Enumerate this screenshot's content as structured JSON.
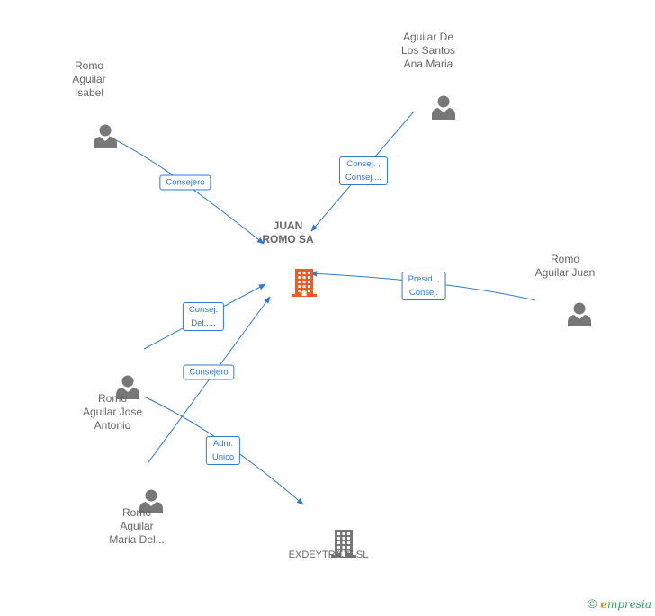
{
  "colors": {
    "line": "#2e7bd1",
    "person": "#777777",
    "company_main": "#f05a28",
    "company": "#777777",
    "text": "#666666",
    "brand": "#2e9a6a"
  },
  "center": {
    "name_lines": [
      "JUAN",
      "ROMO SA"
    ],
    "icon": "building-icon"
  },
  "persons": [
    {
      "id": "isabel",
      "name_lines": [
        "Romo",
        "Aguilar",
        "Isabel"
      ],
      "icon": "person-icon"
    },
    {
      "id": "ana",
      "name_lines": [
        "Aguilar De",
        "Los Santos",
        "Ana Maria"
      ],
      "icon": "person-icon"
    },
    {
      "id": "juan",
      "name_lines": [
        "Romo",
        "Aguilar Juan"
      ],
      "icon": "person-icon"
    },
    {
      "id": "jose",
      "name_lines": [
        "Romo",
        "Aguilar Jose",
        "Antonio"
      ],
      "icon": "person-icon"
    },
    {
      "id": "maria",
      "name_lines": [
        "Romo",
        "Aguilar",
        "Maria Del..."
      ],
      "icon": "person-icon"
    }
  ],
  "company2": {
    "name": "EXDEYTRAJE SL",
    "icon": "building-icon"
  },
  "edges": [
    {
      "from": "isabel",
      "to": "center",
      "label_lines": [
        "Consejero"
      ]
    },
    {
      "from": "ana",
      "to": "center",
      "label_lines": [
        "Consej. ,",
        "Consej...."
      ]
    },
    {
      "from": "juan",
      "to": "center",
      "label_lines": [
        "Presid. ,",
        "Consej."
      ]
    },
    {
      "from": "jose",
      "to": "center",
      "label_lines": [
        "Consej.",
        "Del.,..."
      ]
    },
    {
      "from": "maria",
      "to": "center",
      "label_lines": [
        "Consejero"
      ]
    },
    {
      "from": "jose",
      "to": "company2",
      "label_lines": [
        "Adm.",
        "Unico"
      ]
    }
  ],
  "brand": {
    "copyright": "©",
    "e": "e",
    "rest": "mpresia"
  }
}
